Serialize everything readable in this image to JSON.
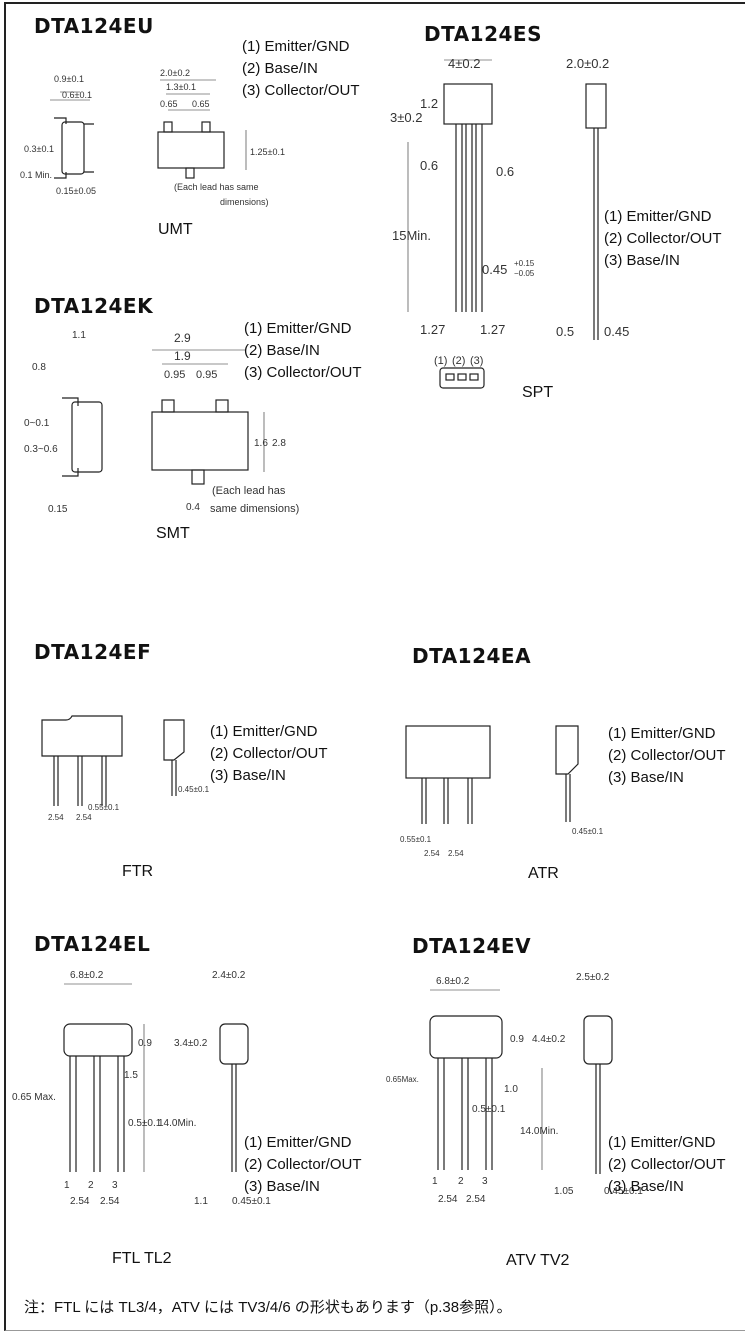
{
  "sections": {
    "eu": {
      "title": "DTA124EU",
      "pins": [
        "(1) Emitter/GND",
        "(2) Base/IN",
        "(3) Collector/OUT"
      ],
      "package": "UMT",
      "dims": [
        "0.9±0.1",
        "0.6±0.1",
        "2.0±0.2",
        "1.3±0.1",
        "0.65",
        "0.65",
        "0.15±0.05",
        "1.25±0.1",
        "0.1 Min.",
        "0.3±0.1"
      ],
      "footnote": [
        "(Each lead has same",
        "dimensions)"
      ]
    },
    "es": {
      "title": "DTA124ES",
      "pins": [
        "(1) Emitter/GND",
        "(2) Collector/OUT",
        "(3) Base/IN"
      ],
      "package": "SPT",
      "dims": [
        "4±0.2",
        "2.0±0.2",
        "3±0.2",
        "1.2",
        "0.6",
        "0.6",
        "15Min.",
        "0.45",
        "1.27",
        "1.27",
        "0.5",
        "0.45"
      ],
      "tolerances": [
        "+0.15",
        "−0.05"
      ],
      "pin_numbers": [
        "(1)",
        "(2)",
        "(3)"
      ]
    },
    "ek": {
      "title": "DTA124EK",
      "pins": [
        "(1) Emitter/GND",
        "(2) Base/IN",
        "(3) Collector/OUT"
      ],
      "package": "SMT",
      "dims": [
        "1.1",
        "0.8",
        "0~0.1",
        "0.3~0.6",
        "0.15",
        "2.9",
        "1.9",
        "0.95",
        "0.95",
        "1.6",
        "2.8",
        "0.4"
      ],
      "footnote": [
        "(Each lead has",
        "same dimensions)"
      ]
    },
    "ef": {
      "title": "DTA124EF",
      "pins": [
        "(1) Emitter/GND",
        "(2) Collector/OUT",
        "(3) Base/IN"
      ],
      "package": "FTR",
      "dims": [
        "2.54",
        "2.54",
        "0.45±0.1",
        "0.55±0.1"
      ]
    },
    "ea": {
      "title": "DTA124EA",
      "pins": [
        "(1) Emitter/GND",
        "(2) Collector/OUT",
        "(3) Base/IN"
      ],
      "package": "ATR",
      "dims": [
        "2.54",
        "2.54",
        "0.45±0.1",
        "0.55±0.1"
      ]
    },
    "el": {
      "title": "DTA124EL",
      "pins": [
        "(1) Emitter/GND",
        "(2) Collector/OUT",
        "(3) Base/IN"
      ],
      "package": "FTL TL2",
      "dims": [
        "6.8±0.2",
        "2.4±0.2",
        "0.9",
        "3.4±0.2",
        "1.5",
        "0.65 Max.",
        "0.5±0.1",
        "14.0Min.",
        "2.54",
        "2.54",
        "1.1",
        "0.45±0.1"
      ],
      "pin_numbers": [
        "1",
        "2",
        "3"
      ]
    },
    "ev": {
      "title": "DTA124EV",
      "pins": [
        "(1) Emitter/GND",
        "(2) Collector/OUT",
        "(3) Base/IN"
      ],
      "package": "ATV TV2",
      "dims": [
        "6.8±0.2",
        "2.5±0.2",
        "0.9",
        "4.4±0.2",
        "1.0",
        "0.65Max.",
        "0.5±0.1",
        "14.0Min.",
        "2.54",
        "2.54",
        "1.05",
        "0.45±0.1"
      ],
      "pin_numbers": [
        "1",
        "2",
        "3"
      ]
    }
  },
  "note": "注：FTL には TL3/4，ATV には TV3/4/6 の形状もあります（p.38参照）。"
}
